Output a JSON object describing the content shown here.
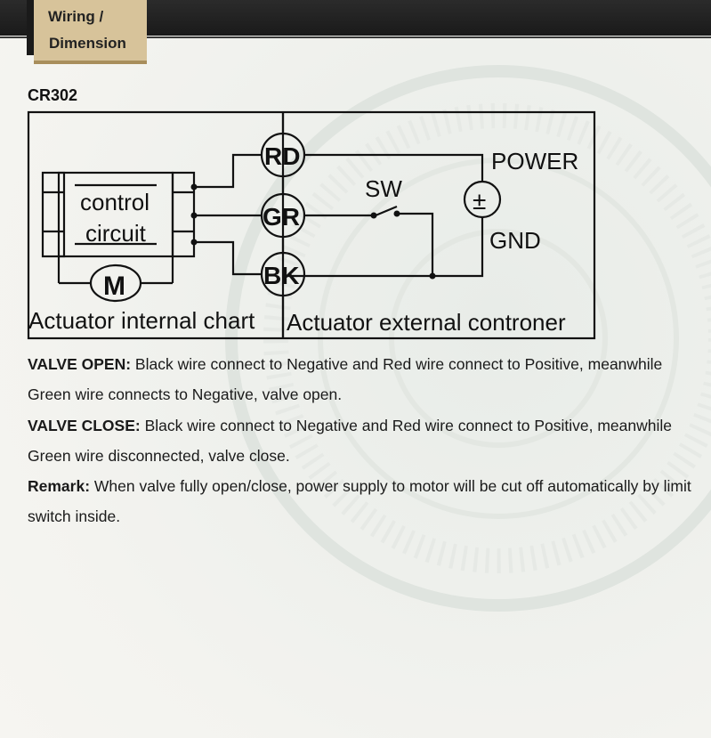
{
  "header": {
    "tab_line1": "Wiring  /",
    "tab_line2": "Dimension"
  },
  "model": "CR302",
  "diagram": {
    "control_label": "control",
    "circuit_label": "circuit",
    "motor_label": "M",
    "terminal_rd": "RD",
    "terminal_gr": "GR",
    "terminal_bk": "BK",
    "switch_label": "SW",
    "power_label": "POWER",
    "power_symbol": "±",
    "gnd_label": "GND",
    "internal_caption": "Actuator internal chart",
    "external_caption": "Actuator external controner"
  },
  "description": {
    "open_title": "VALVE OPEN:",
    "open_text": " Black wire connect to Negative and Red wire connect to Positive, meanwhile Green wire connects to Negative, valve open.",
    "close_title": "VALVE CLOSE:",
    "close_text": " Black wire connect to Negative and Red wire connect to Positive, meanwhile Green wire disconnected, valve close.",
    "remark_title": "Remark:",
    "remark_text": " When valve fully open/close, power supply to motor will be cut off automatically by limit switch inside."
  }
}
